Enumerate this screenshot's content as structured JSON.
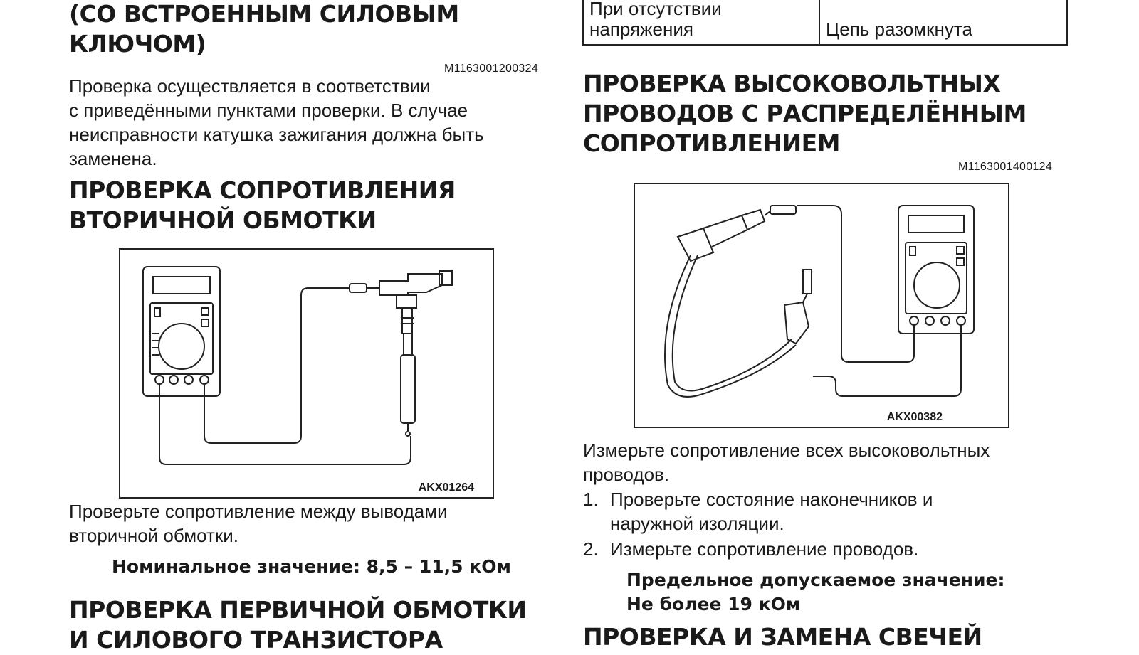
{
  "left": {
    "heading_top_lines": [
      "(СО ВСТРОЕННЫМ СИЛОВЫМ",
      "КЛЮЧОМ)"
    ],
    "doc_code_1": "M1163001200324",
    "para1_lines": [
      "Проверка осуществляется в соответствии",
      "с приведёнными пунктами проверки. В случае",
      "неисправности катушка зажигания должна быть",
      "заменена."
    ],
    "heading2_lines": [
      "ПРОВЕРКА СОПРОТИВЛЕНИЯ",
      "ВТОРИЧНОЙ ОБМОТКИ"
    ],
    "figure1_code": "AKX01264",
    "para2_lines": [
      "Проверьте сопротивление между выводами",
      "вторичной обмотки."
    ],
    "nominal": "Номинальное значение: 8,5 – 11,5 кОм",
    "heading3_lines": [
      "ПРОВЕРКА ПЕРВИЧНОЙ ОБМОТКИ",
      "И СИЛОВОГО ТРАНЗИСТОРА"
    ]
  },
  "right": {
    "table": {
      "row_label": "При отсутствии напряжения",
      "row_label_lines": [
        "При отсутствии",
        "напряжения"
      ],
      "row_value": "Цепь разомкнута"
    },
    "heading_lines": [
      "ПРОВЕРКА ВЫСОКОВОЛЬТНЫХ",
      "ПРОВОДОВ С РАСПРЕДЕЛЁННЫМ",
      "СОПРОТИВЛЕНИЕМ"
    ],
    "doc_code_2": "M1163001400124",
    "figure2_code": "AKX00382",
    "para_lines": [
      "Измерьте сопротивление всех высоковольтных",
      "проводов."
    ],
    "steps": [
      {
        "num": "1.",
        "lines": [
          "Проверьте состояние наконечников и",
          "наружной изоляции."
        ]
      },
      {
        "num": "2.",
        "lines": [
          "Измерьте сопротивление проводов."
        ]
      }
    ],
    "limit_lines": [
      "Предельное допускаемое значение:",
      "Не более 19 кОм"
    ],
    "heading_bottom": "ПРОВЕРКА И ЗАМЕНА СВЕЧЕЙ"
  }
}
